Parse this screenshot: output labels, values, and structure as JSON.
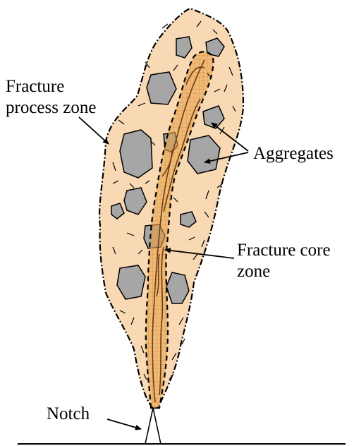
{
  "labels": {
    "fracture_process_zone": [
      "Fracture",
      "process zone"
    ],
    "aggregates": "Aggregates",
    "fracture_core_zone": [
      "Fracture core",
      "zone"
    ],
    "notch": "Notch"
  },
  "colors": {
    "process_zone_fill": "#f9d9b3",
    "core_zone_fill": "#e8a046",
    "core_grid": "#c7782a",
    "aggregate_fill": "#a6a6a6",
    "crack_line": "#6b3e16",
    "outline": "#000000"
  },
  "icons": [
    "arrow-icon"
  ]
}
